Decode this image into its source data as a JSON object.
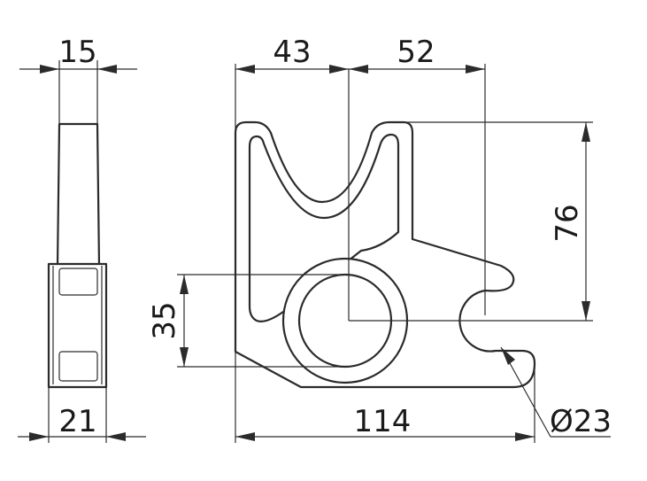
{
  "drawing": {
    "dimensions": {
      "side_width": "15",
      "side_width_bottom": "21",
      "left_to_center": "43",
      "center_to_right": "52",
      "height_slot": "76",
      "ring_diameter_span": "35",
      "overall_width": "114",
      "hole_diameter": "Ø23"
    },
    "colors": {
      "line": "#2b2b2b",
      "background": "#ffffff"
    }
  }
}
